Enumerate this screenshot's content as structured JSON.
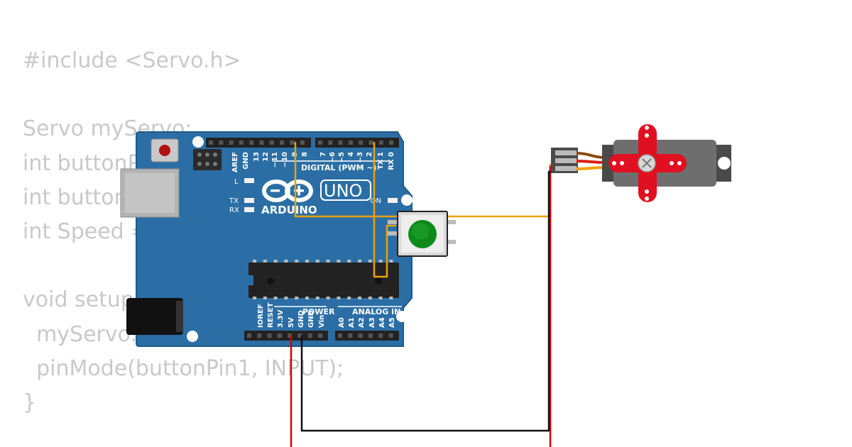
{
  "code": {
    "lines": [
      "#include <Servo.h>",
      "",
      "Servo myServo;",
      "int buttonPin1 = 2;",
      "int buttonPin2 = 4;",
      "int Speed = 0;",
      "",
      "void setup() {",
      "  myServo.attach(9);",
      "  pinMode(buttonPin1, INPUT);",
      "}"
    ]
  },
  "board": {
    "brand": "ARDUINO",
    "model": "UNO",
    "digital_header_label": "DIGITAL (PWM ~)",
    "power_label": "POWER",
    "analog_label": "ANALOG IN",
    "on_label": "ON",
    "led_labels": [
      "L",
      "TX",
      "RX"
    ],
    "top_pin_labels": [
      "AREF",
      "GND",
      "13",
      "12",
      "~11",
      "~10",
      "~9",
      "8",
      "7",
      "~6",
      "~5",
      "4",
      "~3",
      "2",
      "TX 1",
      "RX 0"
    ],
    "power_pin_labels": [
      "IOREF",
      "RESET",
      "3.3V",
      "5V",
      "GND",
      "GND",
      "Vin"
    ],
    "analog_pin_labels": [
      "A0",
      "A1",
      "A2",
      "A3",
      "A4",
      "A5"
    ]
  },
  "colors": {
    "board": "#2b6ea5",
    "board_edge": "#1f5a8a",
    "wire_signal": "#e8a20c",
    "wire_power": "#d80000",
    "wire_ground": "#111111",
    "button_cap": "#0e8a1b",
    "servo_horn": "#e01020",
    "servo_body": "#6e6e6e",
    "code_text": "#c9c9c9"
  },
  "icons": {
    "logo": "arduino-infinity-icon",
    "servo": "servo-motor-icon",
    "button": "pushbutton-icon"
  }
}
